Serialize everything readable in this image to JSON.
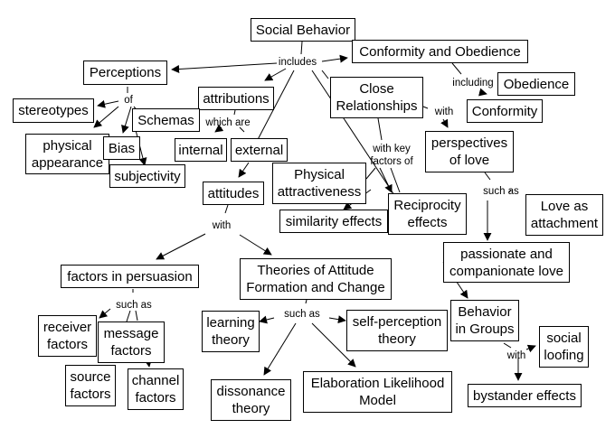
{
  "title": "Social Behavior concept map",
  "concepts": {
    "social_behavior": "Social Behavior",
    "conformity_obedience": "Conformity and Obedience",
    "perceptions": "Perceptions",
    "obedience": "Obedience",
    "attributions": "attributions",
    "close_relationships": "Close\nRelationships",
    "stereotypes": "stereotypes",
    "schemas": "Schemas",
    "conformity": "Conformity",
    "physical_appearance": "physical\nappearance",
    "bias": "Bias",
    "internal": "internal",
    "external": "external",
    "perspectives_love": "perspectives\nof love",
    "subjectivity": "subjectivity",
    "physical_attractiveness": "Physical\nattractiveness",
    "attitudes": "attitudes",
    "similarity_effects": "similarity effects",
    "reciprocity_effects": "Reciprocity\neffects",
    "love_attachment": "Love as\nattachment",
    "passionate_love": "passionate and\ncompanionate love",
    "factors_persuasion": "factors in persuasion",
    "theories_attitude": "Theories of Attitude\nFormation and Change",
    "behavior_groups": "Behavior\nin Groups",
    "receiver_factors": "receiver\nfactors",
    "message_factors": "message\nfactors",
    "learning_theory": "learning\ntheory",
    "self_perception": "self-perception\ntheory",
    "social_loafing": "social\nloofing",
    "source_factors": "source\nfactors",
    "channel_factors": "channel\nfactors",
    "dissonance_theory": "dissonance\ntheory",
    "elm": "Elaboration Likelihood\nModel",
    "bystander_effects": "bystander effects"
  },
  "linking_phrases": {
    "includes": "includes",
    "of": "of",
    "which_are": "which are",
    "including": "including",
    "with_love": "with",
    "with_key_factors": "with key\nfactors of",
    "such_as_love": "such as",
    "with_attitudes": "with",
    "such_as_persuasion": "such as",
    "such_as_theories": "such as",
    "with_groups": "with"
  }
}
